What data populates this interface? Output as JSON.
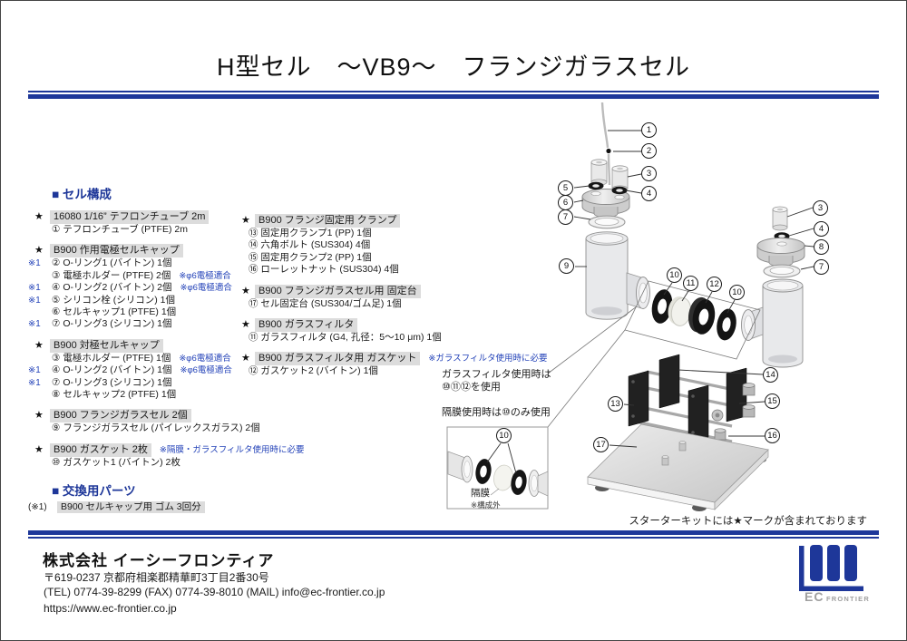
{
  "page": {
    "title": "H型セル　～VB9～　フランジガラスセル"
  },
  "colors": {
    "navy": "#1e3799",
    "note_blue": "#2342b8",
    "header_bg": "#dcdcdc"
  },
  "cell_list": {
    "heading": "■ セル構成",
    "rows": [
      {
        "star": "★",
        "label": "16080 1/16” テフロンチューブ 2m",
        "type": "header"
      },
      {
        "label": "① テフロンチューブ (PTFE) 2m",
        "type": "item"
      },
      {
        "star": "★",
        "label": "B900 作用電極セルキャップ",
        "type": "header"
      },
      {
        "pre": "※1",
        "label": "② O-リング1 (バイトン) 1個",
        "type": "item"
      },
      {
        "label": "③ 電極ホルダー (PTFE) 2個",
        "note": "※φ6電極適合",
        "type": "item"
      },
      {
        "pre": "※1",
        "label": "④ O-リング2 (バイトン) 2個",
        "note": "※φ6電極適合",
        "type": "item"
      },
      {
        "pre": "※1",
        "label": "⑤ シリコン栓 (シリコン) 1個",
        "type": "item"
      },
      {
        "label": "⑥ セルキャップ1 (PTFE) 1個",
        "type": "item"
      },
      {
        "pre": "※1",
        "label": "⑦ O-リング3 (シリコン) 1個",
        "type": "item"
      },
      {
        "star": "★",
        "label": "B900 対極セルキャップ",
        "type": "header"
      },
      {
        "label": "③ 電極ホルダー (PTFE) 1個",
        "note": "※φ6電極適合",
        "type": "item"
      },
      {
        "pre": "※1",
        "label": "④ O-リング2 (バイトン) 1個",
        "note": "※φ6電極適合",
        "type": "item"
      },
      {
        "pre": "※1",
        "label": "⑦ O-リング3 (シリコン) 1個",
        "type": "item"
      },
      {
        "label": "⑧ セルキャップ2 (PTFE) 1個",
        "type": "item"
      },
      {
        "star": "★",
        "label": "B900 フランジガラスセル 2個",
        "type": "header"
      },
      {
        "label": "⑨ フランジガラスセル (パイレックスガラス) 2個",
        "type": "item"
      },
      {
        "star": "★",
        "label": "B900 ガスケット 2枚",
        "note": "※隔膜・ガラスフィルタ使用時に必要",
        "type": "header"
      },
      {
        "label": "⑩ ガスケット1 (バイトン) 2枚",
        "type": "item"
      }
    ]
  },
  "replacement": {
    "heading": "■ 交換用パーツ",
    "row": {
      "pre": "(※1)",
      "label": "B900 セルキャップ用 ゴム 3回分"
    }
  },
  "clamp_list": {
    "rows": [
      {
        "star": "★",
        "label": "B900 フランジ固定用 クランプ",
        "type": "header"
      },
      {
        "label": "⑬ 固定用クランプ1 (PP) 1個",
        "type": "item"
      },
      {
        "label": "⑭ 六角ボルト (SUS304) 4個",
        "type": "item"
      },
      {
        "label": "⑮ 固定用クランプ2 (PP) 1個",
        "type": "item"
      },
      {
        "label": "⑯ ローレットナット (SUS304) 4個",
        "type": "item"
      },
      {
        "star": "★",
        "label": "B900 フランジガラスセル用 固定台",
        "type": "header"
      },
      {
        "label": "⑰ セル固定台 (SUS304/ゴム足) 1個",
        "type": "item"
      },
      {
        "star": "★",
        "label": "B900 ガラスフィルタ",
        "type": "header"
      },
      {
        "label": "⑪ ガラスフィルタ (G4, 孔径：5～10 μm) 1個",
        "type": "item"
      },
      {
        "star": "★",
        "label": "B900 ガラスフィルタ用 ガスケット",
        "note": "※ガラスフィルタ使用時に必要",
        "type": "header"
      },
      {
        "label": "⑫ ガスケット2 (バイトン) 1個",
        "type": "item"
      }
    ]
  },
  "diagram": {
    "callouts": [
      {
        "label": "1"
      },
      {
        "label": "2"
      },
      {
        "label": "3"
      },
      {
        "label": "4"
      },
      {
        "label": "5"
      },
      {
        "label": "6"
      },
      {
        "label": "7"
      },
      {
        "label": "9"
      },
      {
        "label": "3"
      },
      {
        "label": "4"
      },
      {
        "label": "8"
      },
      {
        "label": "7"
      },
      {
        "label": "10"
      },
      {
        "label": "11"
      },
      {
        "label": "12"
      },
      {
        "label": "10"
      },
      {
        "label": "13"
      },
      {
        "label": "14"
      },
      {
        "label": "15"
      },
      {
        "label": "16"
      },
      {
        "label": "17"
      },
      {
        "label": "10"
      }
    ],
    "filter_note_line1": "ガラスフィルタ使用時は",
    "filter_note_line2": "⑩⑪⑫を使用",
    "membrane_note": "隔膜使用時は⑩のみ使用",
    "membrane_label": "隔膜",
    "membrane_sub": "※構成外",
    "starter_note": "スターターキットには★マークが含まれております"
  },
  "footer": {
    "company": "株式会社 イーシーフロンティア",
    "address": "〒619-0237 京都府相楽郡精華町3丁目2番30号",
    "contacts": "(TEL) 0774-39-8299   (FAX) 0774-39-8010  (MAIL) info@ec-frontier.co.jp",
    "website": "https://www.ec-frontier.co.jp",
    "logo_text_main": "EC",
    "logo_text_sub": "FRONTIER"
  }
}
